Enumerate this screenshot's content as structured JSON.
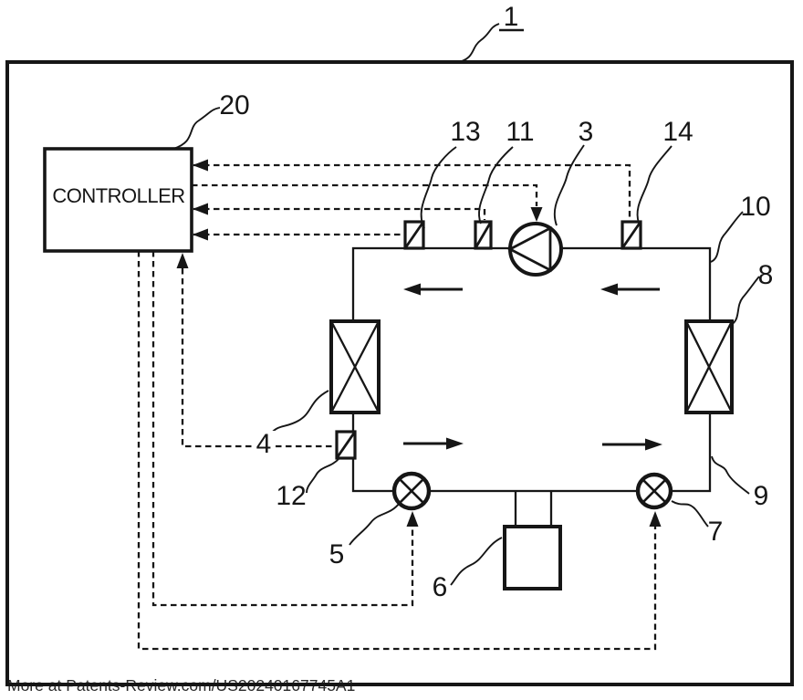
{
  "figure": {
    "controller_label": "CONTROLLER",
    "watermark": "More at Patents-Review.com/US20240167745A1",
    "refs": {
      "r1": "1",
      "r3": "3",
      "r4": "4",
      "r5": "5",
      "r6": "6",
      "r7": "7",
      "r8": "8",
      "r9": "9",
      "r10": "10",
      "r11": "11",
      "r12": "12",
      "r13": "13",
      "r14": "14",
      "r20": "20"
    },
    "colors": {
      "line": "#161616",
      "background": "#ffffff"
    }
  }
}
